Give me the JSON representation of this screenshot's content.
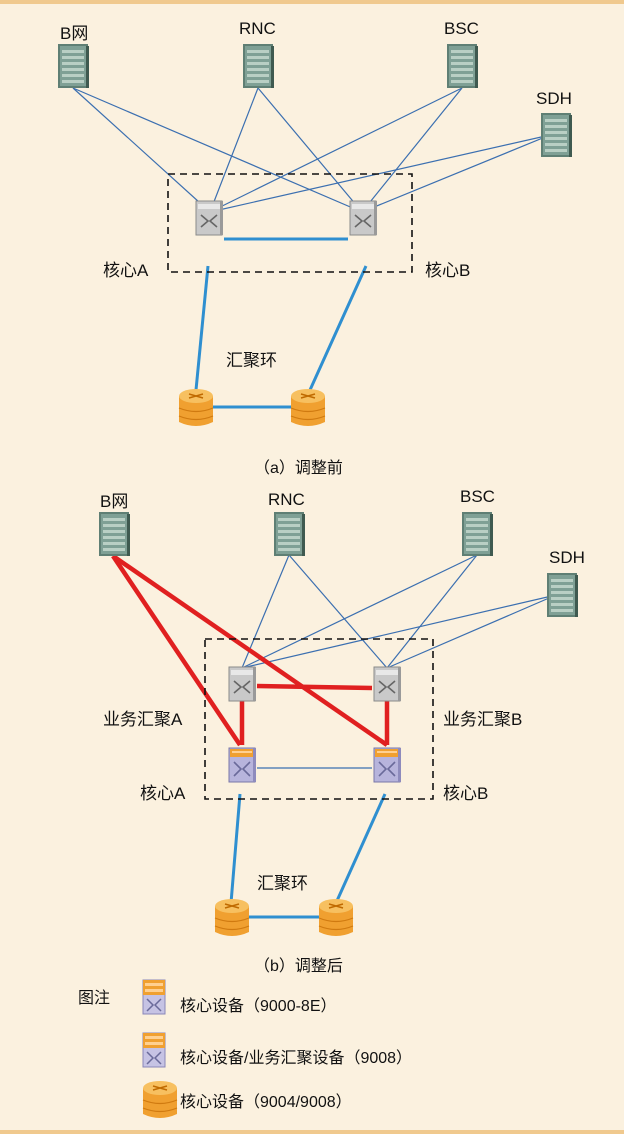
{
  "diagram_a": {
    "labels": {
      "bnet": "B网",
      "rnc": "RNC",
      "bsc": "BSC",
      "sdh": "SDH",
      "core_a": "核心A",
      "core_b": "核心B",
      "ring": "汇聚环"
    },
    "caption": "（a）调整前"
  },
  "diagram_b": {
    "labels": {
      "bnet": "B网",
      "rnc": "RNC",
      "bsc": "BSC",
      "sdh": "SDH",
      "svc_a": "业务汇聚A",
      "svc_b": "业务汇聚B",
      "core_a": "核心A",
      "core_b": "核心B",
      "ring": "汇聚环"
    },
    "caption": "（b）调整后"
  },
  "legend": {
    "title": "图注",
    "items": [
      {
        "icon": "core-switch-orange-blue-icon",
        "text": "核心设备（9000-8E）"
      },
      {
        "icon": "core-switch-orange-purple-icon",
        "text": "核心设备/业务汇聚设备（9008）"
      },
      {
        "icon": "router-cylinder-orange-icon",
        "text": "核心设备（9004/9008）"
      }
    ]
  },
  "colors": {
    "background": "#fbf1df",
    "link_blue": "#2f8fd0",
    "link_thin": "#3b6fb0",
    "link_red": "#e02020",
    "router_orange": "#f0a030"
  }
}
